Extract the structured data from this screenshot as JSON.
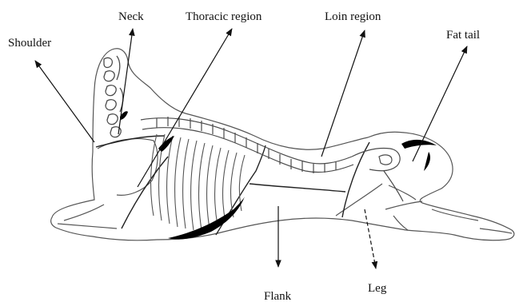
{
  "labels": {
    "neck": "Neck",
    "thoracic": "Thoracic region",
    "loin": "Loin region",
    "fat_tail": "Fat tail",
    "shoulder": "Shoulder",
    "flank": "Flank",
    "leg": "Leg"
  },
  "colors": {
    "ink": "#111111",
    "bone": "#5a5a5a",
    "fat": "#000000"
  }
}
